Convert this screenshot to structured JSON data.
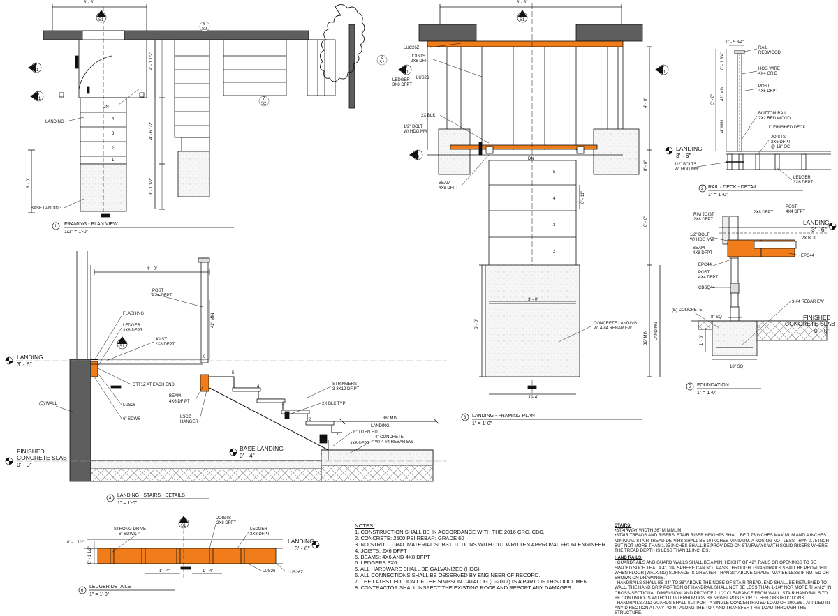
{
  "colors": {
    "orange": "#f07d1a",
    "wall": "#5e5e5e",
    "line": "#111111",
    "concrete": "#f3f3f3"
  },
  "dims": {
    "d1": "8' - 3\"",
    "d2": "8' - 3\"",
    "d3": "4' - 0\"",
    "d4": "4' - 1 1/2\"",
    "d5": "4' - 6 1/2\"",
    "d6": "3' - 1 1/2\"",
    "d7": "6' - 0\"",
    "d8": "3' - 0\"",
    "d9": "3' - 4\"",
    "d10": "4' - 0\"",
    "d11": "36\" MIN",
    "d12": "36\" MIN",
    "d13": "42\" MIN",
    "d14": "0' - 11\"",
    "d15": "8' - 6\"",
    "d16": "6' - 0\"",
    "d17": "8' - 6\"",
    "d18": "0' - 5 3/4\"",
    "d19": "0' - 1 3/4\"",
    "d20": "3' - 6\"",
    "d21": "42\" MIN",
    "d22": "4\" MIN",
    "d23": "8\" SQ",
    "d24": "18\" SQ",
    "d25": "1' - 0\"",
    "d26": "0' - 1 1/2\"",
    "d27": "0' - 1 1/2\"",
    "d28": "1' - 4\"",
    "d29": "1' - 4\"",
    "d30": "LANDING",
    "d31": "0' - 11\""
  },
  "callouts": {
    "c1": {
      "num": "4",
      "ref": "S1"
    },
    "c2": {
      "num": "2",
      "ref": "S1"
    },
    "c3": {
      "num": "5",
      "ref": "S1"
    },
    "c4": {
      "num": "6",
      "ref": "S2"
    },
    "c5": {
      "num": "2",
      "ref": "S2"
    },
    "c6": {
      "num": "7",
      "ref": "S2"
    },
    "c7": {
      "num": "4",
      "ref": "S1"
    },
    "c8": {
      "num": "6",
      "ref": "S1"
    },
    "c9": {
      "num": "2",
      "ref": "S1"
    },
    "c10": {
      "num": "5",
      "ref": "S1"
    },
    "c11": {
      "num": "6",
      "ref": "S1"
    },
    "c12": {
      "num": "4",
      "ref": "S1"
    }
  },
  "plan1": {
    "dn": "DN",
    "treads": [
      "4",
      "3",
      "2",
      "1"
    ],
    "landing": "LANDING",
    "base": "BASE LANDING",
    "title": "FRAMING - PLAN VIEW",
    "scale": "1/2\" = 1'-0\"",
    "num": "1"
  },
  "plan3": {
    "labels": [
      "LUC26Z",
      "JOISTS",
      "2X8 DFPT",
      "LEDGER",
      "3X8 DFPT",
      "LUS26",
      "2X BLK",
      "1/2\" BOLT",
      "W/ HDG MW",
      "BEAM",
      "4X8 DFPT",
      "CONCRETE LANDING",
      "W/ 4-#4 REBAR EW"
    ],
    "dn": "DN",
    "treads": [
      "5",
      "4",
      "3",
      "2",
      "1"
    ],
    "title": "LANDING - FRAMING PLAN",
    "scale": "1\" = 1'-0\"",
    "num": "3"
  },
  "detail2": {
    "labels": [
      "RAIL",
      "REDWOOD",
      "HOG WIRE",
      "4X4 GRID",
      "POST",
      "4X5 DFPT",
      "BOTTOM RAIL",
      "2X2 RED WOOD",
      "1\" FINISHED DECK",
      "JOISTS",
      "2X6 DFPT",
      "@ 16\" OC",
      "1/2\" BOLTS",
      "W/ HDG MW",
      "LEDGER",
      "3X6 DFPT"
    ],
    "landing": "LANDING",
    "elev": "3' - 6\"",
    "title": "RAIL / DECK - DETAIL",
    "scale": "1\" = 1'-0\"",
    "num": "2"
  },
  "detail5": {
    "labels": [
      "RIM JOIST",
      "2X8 DFPT",
      "2X8 DFPT",
      "POST",
      "4X4 DFPT",
      "1/2\" BOLT",
      "W/ HDG MW",
      "BEAM",
      "4X8 DFPT",
      "2X BLK",
      "EPC44",
      "EPC44",
      "POST",
      "4X4 DFPT",
      "CBSQ44",
      "(E) CONCRETE",
      "3-#4 REBAR EW"
    ],
    "landing": "LANDING",
    "elev": "3' - 6\"",
    "finished": "FINISHED",
    "slab": "CONCRETE SLAB",
    "slabelev": "0' - 0\"",
    "title": "FOUNDATION",
    "scale": "1\" = 1'-0\"",
    "num": "5"
  },
  "detail4": {
    "labels": [
      "POST",
      "4X4 DFPT",
      "FLASHING",
      "LEDGER",
      "3X8 DFPT",
      "JOIST",
      "2X8 DFPT",
      "DTT1Z AT EACH END",
      "(E) WALL",
      "LUS26",
      "6\" SDWS",
      "BEAM",
      "4X6 DF PT",
      "LSCZ",
      "HANGER",
      "STRINGERS",
      "3-3X12 DF PT",
      "2X BLK TYP",
      "8\" TITEN HD",
      "LANDING",
      "4\" CONCRETE",
      "W/ 4-#4 REBAR EW",
      "3X8 DFPT"
    ],
    "treads": [
      "6",
      "5",
      "4",
      "3",
      "2",
      "1"
    ],
    "landing": "LANDING",
    "elev": "3' - 6\"",
    "base": "BASE LANDING",
    "baseelev": "0' - 4\"",
    "finished": "FINISHED",
    "slab": "CONCRETE SLAB",
    "slabelev": "0' - 0\"",
    "title": "LANDING - STAIRS - DETAILS",
    "scale": "1\" = 1'-0\"",
    "num": "4"
  },
  "detail6": {
    "labels": [
      "STRONG-DRIVE",
      "6\" SDWS",
      "JOISTS",
      "2X8 DFPT",
      "LEDGER",
      "3X8 DFPT",
      "LUS26",
      "LUS26Z"
    ],
    "landing": "LANDING",
    "elev": "3' - 6\"",
    "title": "LEDGER DETAILS",
    "scale": "1\" = 1'-0\"",
    "num": "6"
  },
  "notes": {
    "title": "NOTES:",
    "items": [
      "1. CONSTRUCTION SHALL BE IN ACCORDANCE WITH THE 2016 CRC, CBC.",
      "2. CONCRETE: 2500 PSI REBAR: GRADE 60",
      "3. NO STRUCTURAL MATERIAL SUBSTITUTIONS WITH OUT WRITTEN APPROVAL FROM ENGINEER.",
      "4. JOISTS: 2X6 DFPT",
      "5. BEAMS: 4X6 AND 4X8 DFPT",
      "6. LEDGERS 3X6",
      "5. ALL HARDWARE SHALL BE GALVANIZED (HDG).",
      "6. ALL CONNECTIONS SHALL BE OBSERVED BY ENGINEER OF RECORD.",
      "7. THE LATEST EDITION OF THE SIMPSON CATALOG (C-2017) IS A PART OF THIS DOCUMENT.",
      "8. CONTRACTOR SHALL INSPECT THE EXISTING ROOF AND REPORT ANY DAMAGES"
    ]
  },
  "stairs": {
    "title": "STAIRS:",
    "p1": "•STAIRWAY WIDTH 36\" MINIMUM",
    "p2": "•STAIR TREADS AND RISERS: STAIR RISER HEIGHTS SHALL BE 7.75 INCHES MAXIMUM AND 4 INCHES MINIMUM. STAIR TREAD DEPTHS SHALL BE 10 INCHES MINIMUM. A NOSING NOT LESS THAN 0.75 INCH BUT NOT MORE THAN 1.25 INCHES SHALL BE PROVIDED ON STAIRWAYS WITH SOLID RISERS WHERE THE TREAD DEPTH IS LESS THAN 11 INCHES.",
    "rails_title": "HAND RAILS:",
    "r1": "· GUARDRAILS AND GUARD WALLS SHALL BE A MIN. HEIGHT OF 42\". RAILS OR OPENINGS TO BE SPACED SUCH THAT A 4\" DIA. SPHERE CAN NOT PASS THROUGH. GUARDRAILS SHALL BE PROVIDED WHEN FLOOR (WALKING) SURFACE IS GREATER THAN 30\" ABOVE GRADE. MAY BE LESS IF NOTED OR SHOWN ON DRAWINGS.",
    "r2": "· HANDRAILS SHALL BE 34\" TO 38\" ABOVE THE NOSE OF STAIR TREAD. END SHALL BE RETURNED TO WALL. THE HAND GRIP PORTION OF HANDRAIL SHALL NOT BE LESS THAN 1-1/4\" NOR MORE THAN 2\" IN CROSS-SECTIONAL DIMENSION, AND PROVIDE 1 1/2\" CLEARANCE FROM WALL. STAIR HANDRAILS TO BE CONTINUOUS WITHOUT INTERRUPTION BY NEWEL POSTS OR OTHER OBSTRUCTIONS.",
    "r3": "· HANDRAILS AND GUARDS SHALL SUPPORT A SINGLE CONCENTRATED LOAD OF 200LBS., APPLIED IN ANY DIRECTION AT ANY POINT ALONG THE TOP, AND TRANSFER THIS LOAD THROUGH THE STRUCTURE."
  }
}
